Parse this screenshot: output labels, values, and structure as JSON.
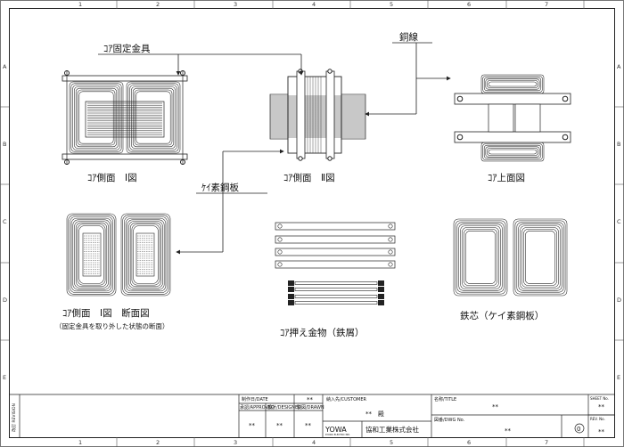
{
  "frame": {
    "column_numbers": [
      "1",
      "2",
      "3",
      "4",
      "5",
      "6",
      "7"
    ],
    "row_letters": [
      "A",
      "B",
      "C",
      "D",
      "E"
    ]
  },
  "labels": {
    "core_fixing_fitting": "ｺｱ固定金具",
    "copper_wire": "銅線",
    "silicon_steel_sheet": "ｹｲ素鋼板",
    "core_side_view_1": "ｺｱ側面　Ⅰ図",
    "core_side_view_2": "ｺｱ側面　Ⅱ図",
    "core_top_view": "ｺｱ上面図",
    "core_side_view_1_section": "ｺｱ側面　Ⅰ図　断面図",
    "section_note": "（固定金具を取り外した状態の断面）",
    "core_clamp_fitting": "ｺｱ押え金物（鉄屑）",
    "iron_core": "鉄芯（ケイ素鋼板）"
  },
  "title_block": {
    "left_vertical_label": "改訂 REVISION",
    "date_label": "制作日/DATE",
    "date_value": "**",
    "approved_label": "承認/APPROVED",
    "designed_label": "設計/DESIGNED",
    "drawn_label": "製図/DRAWN",
    "approved_value": "**",
    "designed_value": "**",
    "drawn_value": "**",
    "customer_label": "納入先/CUSTOMER",
    "customer_value": "**　殿",
    "company_logo": "YOWA",
    "company_logo_sub": "KYOWA ELECTRIC IND.",
    "company_name": "協和工業株式会社",
    "title_label": "名称/TITLE",
    "title_value": "**",
    "dwg_label": "図番/DWG No.",
    "dwg_value": "**",
    "sheet_label": "SHEET No.",
    "sheet_value": "**",
    "rev_label": "REV. No.",
    "rev_value": "**"
  }
}
